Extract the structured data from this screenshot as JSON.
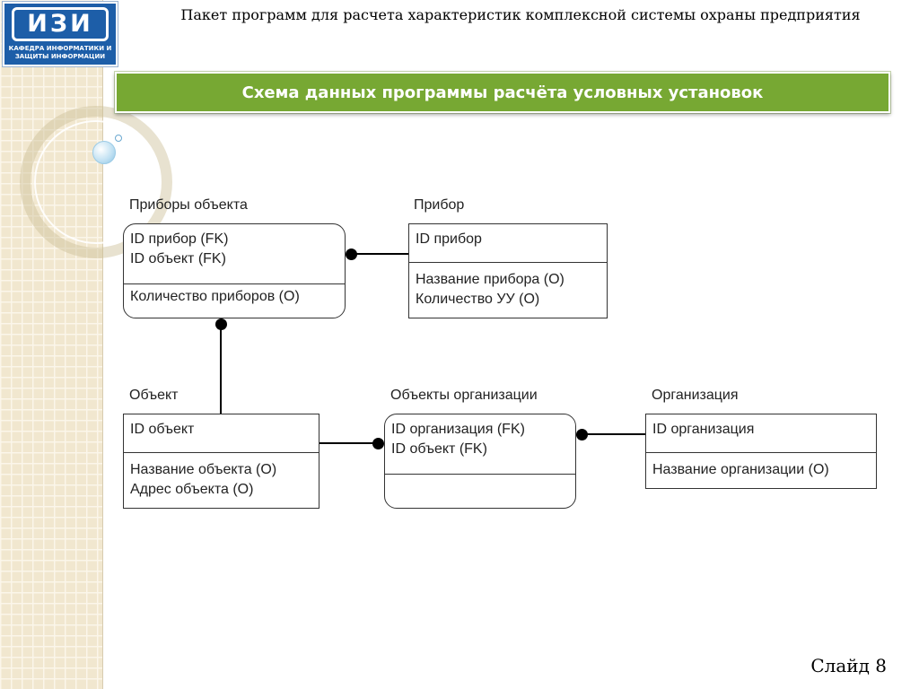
{
  "header": {
    "logo_text": "ИЗИ",
    "logo_subtitle": "КАФЕДРА ИНФОРМАТИКИ И ЗАЩИТЫ ИНФОРМАЦИИ",
    "top_title": "Пакет программ для расчета характеристик комплексной системы охраны предприятия"
  },
  "banner": {
    "title": "Схема данных программы расчёта условных установок"
  },
  "entities": {
    "pribory_obekta": {
      "title": "Приборы объекта",
      "keys": [
        "ID прибор (FK)",
        "ID объект (FK)"
      ],
      "attributes": [
        "Количество приборов (O)"
      ]
    },
    "pribor": {
      "title": "Прибор",
      "keys": [
        "ID прибор"
      ],
      "attributes": [
        "Название прибора (O)",
        "Количество УУ (O)"
      ]
    },
    "obekt": {
      "title": "Объект",
      "keys": [
        "ID объект"
      ],
      "attributes": [
        "Название объекта (O)",
        "Адрес объекта (O)"
      ]
    },
    "obekty_organizacii": {
      "title": "Объекты организации",
      "keys": [
        "ID организация (FK)",
        "ID объект (FK)"
      ],
      "attributes": []
    },
    "organizaciya": {
      "title": "Организация",
      "keys": [
        "ID организация"
      ],
      "attributes": [
        "Название организации (O)"
      ]
    }
  },
  "relationships": [
    {
      "from": "Прибор",
      "to": "Приборы объекта"
    },
    {
      "from": "Объект",
      "to": "Приборы объекта"
    },
    {
      "from": "Объект",
      "to": "Объекты организации"
    },
    {
      "from": "Организация",
      "to": "Объекты организации"
    }
  ],
  "footer": {
    "slide_label": "Слайд 8"
  },
  "colors": {
    "banner": "#77a833",
    "logo": "#1d5ea8",
    "sidebar": "#f1e7cf"
  }
}
